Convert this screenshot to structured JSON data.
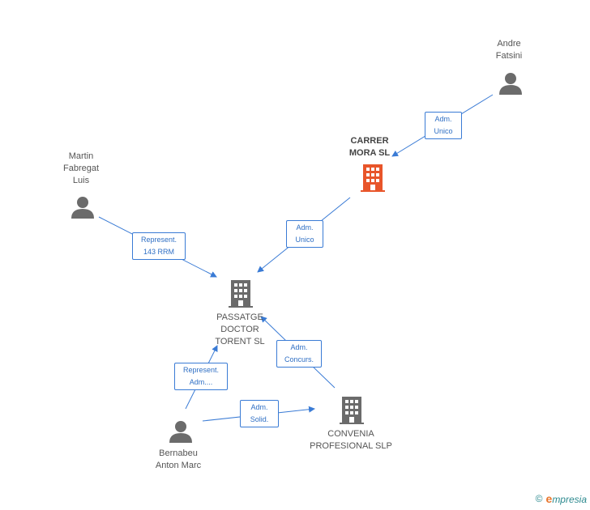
{
  "nodes": {
    "andre": {
      "lines": [
        "Andre",
        "Fatsini"
      ]
    },
    "martin": {
      "lines": [
        "Martin",
        "Fabregat",
        "Luis"
      ]
    },
    "carrer": {
      "lines": [
        "CARRER",
        "MORA SL"
      ]
    },
    "passatge": {
      "lines": [
        "PASSATGE",
        "DOCTOR",
        "TORENT SL"
      ]
    },
    "convenia": {
      "lines": [
        "CONVENIA",
        "PROFESIONAL SLP"
      ]
    },
    "bernabeu": {
      "lines": [
        "Bernabeu",
        "Anton Marc"
      ]
    }
  },
  "edges": {
    "andre_carrer": {
      "lines": [
        "Adm.",
        "Unico"
      ]
    },
    "carrer_passatge": {
      "lines": [
        "Adm.",
        "Unico"
      ]
    },
    "martin_passatge": {
      "lines": [
        "Represent.",
        "143 RRM"
      ]
    },
    "convenia_passatge": {
      "lines": [
        "Adm.",
        "Concurs."
      ]
    },
    "bernabeu_passatge": {
      "lines": [
        "Represent.",
        "Adm...."
      ]
    },
    "bernabeu_convenia": {
      "lines": [
        "Adm.",
        "Solid."
      ]
    }
  },
  "colors": {
    "edge": "#3a7bd5",
    "person": "#6b6b6b",
    "company": "#6b6b6b",
    "focus": "#e8552a"
  },
  "footer": {
    "copyright": "©",
    "brand_initial": "e",
    "brand_rest": "mpresia"
  }
}
